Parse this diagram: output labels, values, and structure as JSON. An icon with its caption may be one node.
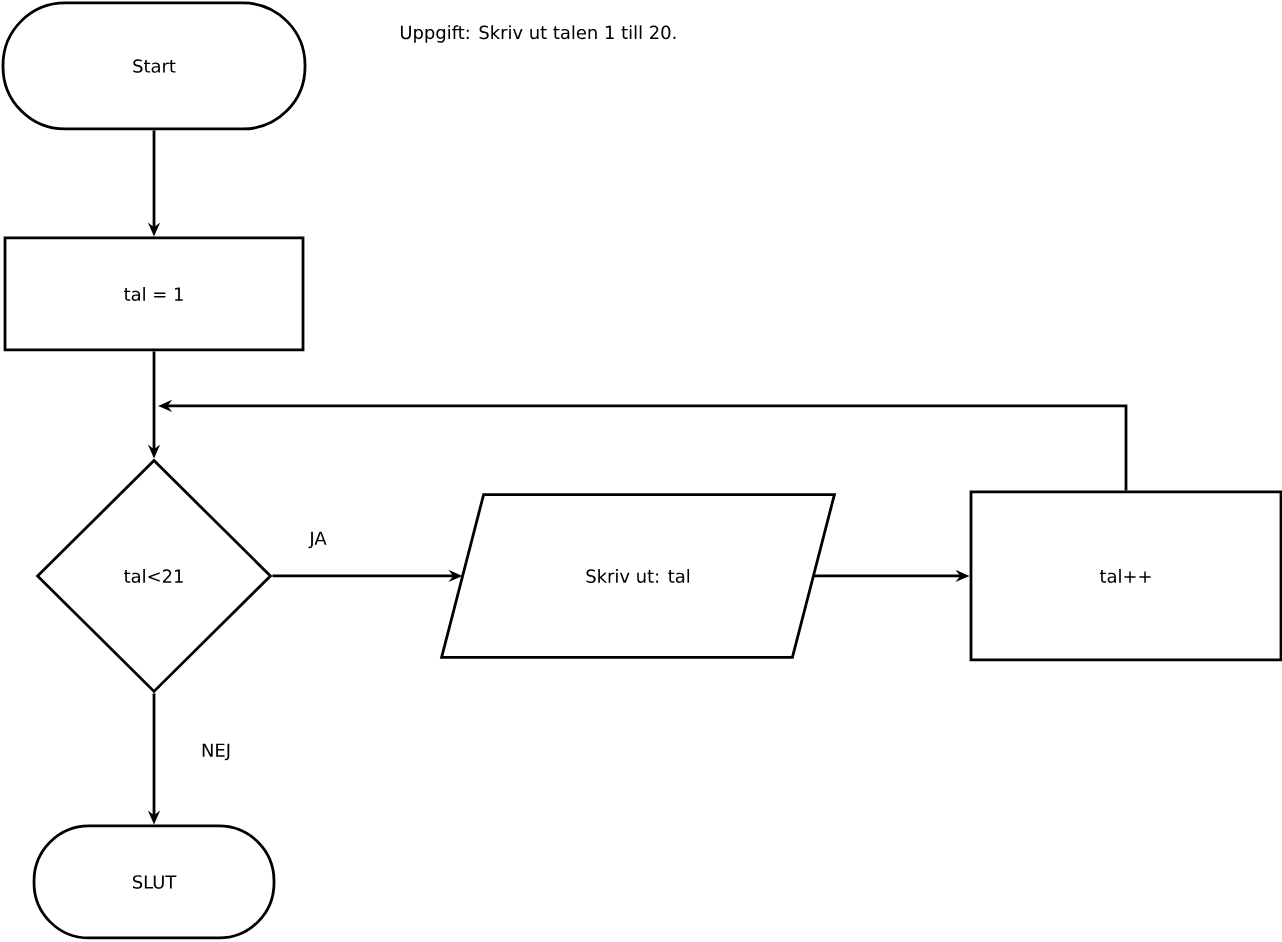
{
  "diagram": {
    "title": "Uppgift: Skriv ut talen 1 till 20.",
    "nodes": [
      {
        "text": [
          "Start"
        ]
      },
      {
        "text": [
          "tal = 1"
        ]
      },
      {
        "text": [
          "tal<21"
        ]
      },
      {
        "text": [
          "Skriv ut: tal"
        ]
      },
      {
        "text": [
          "tal++"
        ]
      },
      {
        "text": [
          "SLUT"
        ]
      }
    ],
    "edges": [
      {
        "from": 0,
        "to": 1,
        "arrow": "to"
      },
      {
        "from": 1,
        "to": 2,
        "arrow": "to"
      },
      {
        "from": 2,
        "to": 3,
        "arrow": "to",
        "label": "JA"
      },
      {
        "from": 3,
        "to": 4,
        "arrow": "to"
      },
      {
        "from": 4,
        "to": 2,
        "arrow": "to"
      },
      {
        "from": 2,
        "to": 5,
        "arrow": "to",
        "label": "NEJ"
      }
    ]
  }
}
